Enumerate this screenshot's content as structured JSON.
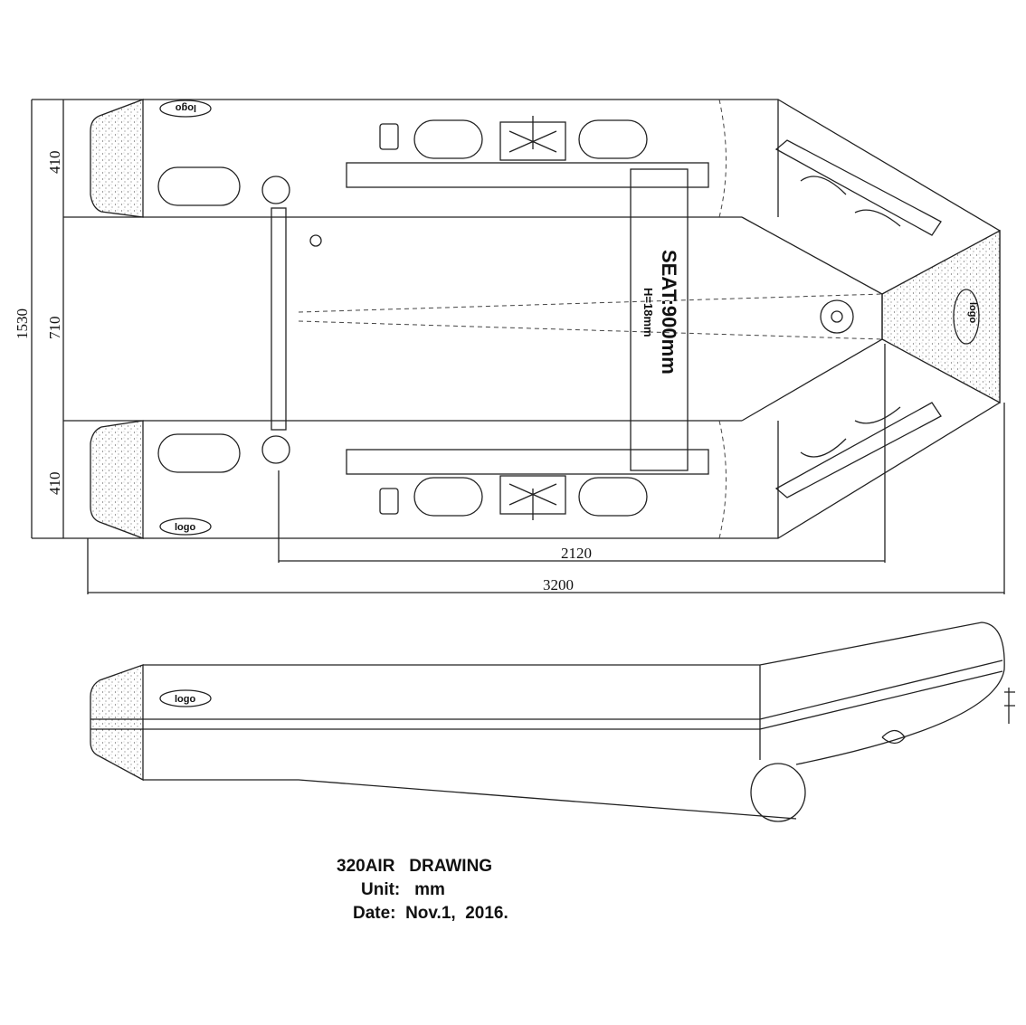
{
  "drawing": {
    "dimensions": {
      "overall_width": "1530",
      "tube_top": "410",
      "floor_width": "710",
      "tube_bottom": "410",
      "inner_length": "2120",
      "overall_length": "3200"
    },
    "seat": {
      "label": "SEAT:900mm",
      "thickness": "H=18mm"
    },
    "logo_text": "logo"
  },
  "title_block": {
    "title": "320AIR   DRAWING",
    "unit": "Unit:   mm",
    "date": "Date:  Nov.1,  2016."
  }
}
